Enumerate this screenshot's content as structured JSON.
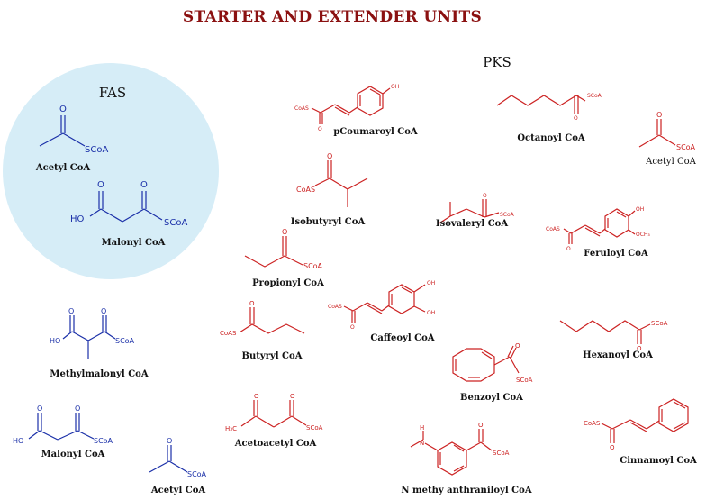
{
  "title": "STARTER AND EXTENDER UNITS",
  "sections": {
    "fas": "FAS",
    "pks": "PKS"
  },
  "colors": {
    "fas_bubble": "#d6edf7",
    "fas_molecules": "#1a2fa8",
    "pks_molecules": "#cc2222",
    "title": "#8b1111"
  },
  "atoms": {
    "O": "O",
    "SCoA": "SCoA",
    "CoAS": "CoAS",
    "HO": "HO",
    "OH": "OH",
    "OCH3": "OCH₃",
    "H3C": "H₃C",
    "H": "H",
    "N": "N"
  },
  "fas_units": [
    {
      "name": "Acetyl CoA"
    },
    {
      "name": "Malonyl CoA"
    }
  ],
  "other_blue_units": [
    {
      "name": "Methylmalonyl CoA"
    },
    {
      "name": "Malonyl CoA"
    },
    {
      "name": "Acetyl CoA"
    }
  ],
  "pks_units": [
    {
      "name": "pCoumaroyl CoA"
    },
    {
      "name": "Octanoyl CoA"
    },
    {
      "name": "Acetyl CoA"
    },
    {
      "name": "Isobutyryl CoA"
    },
    {
      "name": "Isovaleryl CoA"
    },
    {
      "name": "Feruloyl CoA"
    },
    {
      "name": "Propionyl CoA"
    },
    {
      "name": "Butyryl CoA"
    },
    {
      "name": "Caffeoyl CoA"
    },
    {
      "name": "Hexanoyl CoA"
    },
    {
      "name": "Benzoyl CoA"
    },
    {
      "name": "Acetoacetyl CoA"
    },
    {
      "name": "Cinnamoyl CoA"
    },
    {
      "name": "N methy anthraniloyl CoA"
    }
  ]
}
